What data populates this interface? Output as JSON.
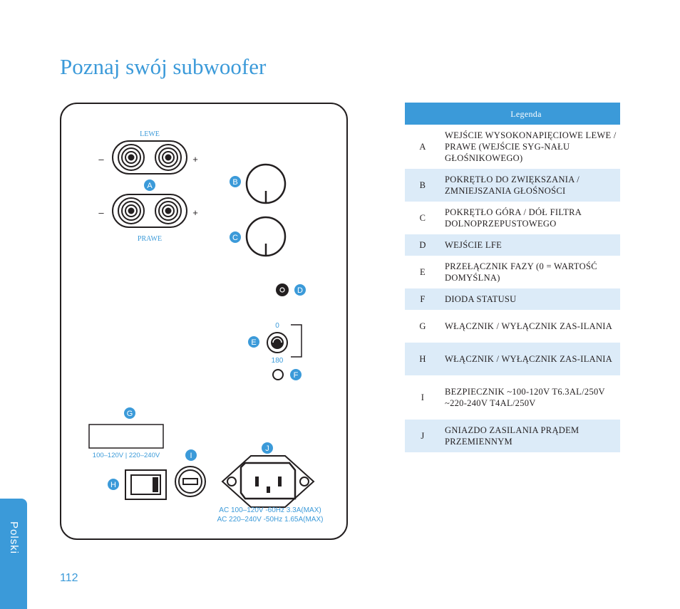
{
  "page": {
    "title": "Poznaj swój subwoofer",
    "page_number": "112",
    "language_tab": "Polski"
  },
  "diagram": {
    "labels": {
      "left": "LEWE",
      "right": "PRAWE",
      "minus": "–",
      "plus": "+",
      "phase_top": "0",
      "phase_bottom": "180",
      "voltage_select": "100–120V | 220–240V",
      "ac_spec_line1": "AC 100–120V -60Hz 3.3A(MAX)",
      "ac_spec_line2": "AC 220–240V -50Hz 1.65A(MAX)"
    },
    "badges": {
      "a": "A",
      "b": "B",
      "c": "C",
      "d": "D",
      "e": "E",
      "f": "F",
      "g": "G",
      "h": "H",
      "i": "I",
      "j": "J"
    }
  },
  "legend": {
    "header": "Legenda",
    "rows": [
      {
        "key": "A",
        "text": "WEJŚCIE WYSOKONAPIĘCIOWE LEWE / PRAWE (WEJŚCIE SYG-NAŁU GŁOŚNIKOWEGO)"
      },
      {
        "key": "B",
        "text": "POKRĘTŁO DO ZWIĘKSZANIA / ZMNIEJSZANIA GŁOŚNOŚCI"
      },
      {
        "key": "C",
        "text": "POKRĘTŁO GÓRA / DÓŁ FILTRA DOLNOPRZEPUSTOWEGO"
      },
      {
        "key": "D",
        "text": "WEJŚCIE LFE"
      },
      {
        "key": "E",
        "text": "PRZEŁĄCZNIK FAZY (0 = WARTOŚĆ DOMYŚLNA)"
      },
      {
        "key": "F",
        "text": "DIODA STATUSU"
      },
      {
        "key": "G",
        "text": "WŁĄCZNIK / WYŁĄCZNIK ZAS-ILANIA"
      },
      {
        "key": "H",
        "text": "WŁĄCZNIK / WYŁĄCZNIK ZAS-ILANIA"
      },
      {
        "key": "I",
        "text": "BEZPIECZNIK ~100-120V T6.3AL/250V ~220-240V T4AL/250V"
      },
      {
        "key": "J",
        "text": "GNIAZDO ZASILANIA PRĄDEM PRZEMIENNYM"
      }
    ]
  },
  "colors": {
    "accent": "#3b9ad9",
    "row_alt": "#dcebf8",
    "ink": "#231f20"
  }
}
